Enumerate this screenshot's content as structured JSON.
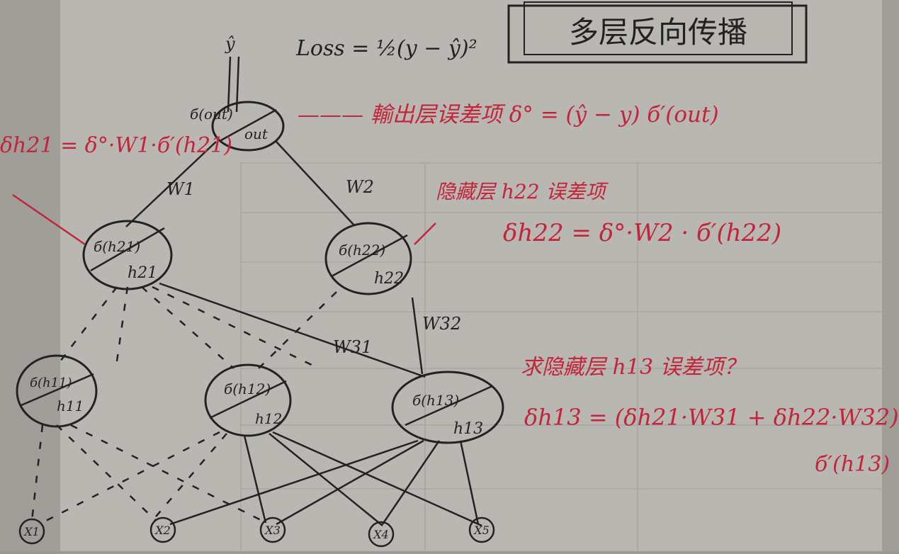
{
  "title": "多层反向传播",
  "loss": "Loss = ½(y − ŷ)²",
  "y_hat": "ŷ",
  "nodes": {
    "out": {
      "top": "б(out)",
      "bottom": "out"
    },
    "h21": {
      "top": "б(h21)",
      "bottom": "h21"
    },
    "h22": {
      "top": "б(h22)",
      "bottom": "h22"
    },
    "h11": {
      "top": "б(h11)",
      "bottom": "h11"
    },
    "h12": {
      "top": "б(h12)",
      "bottom": "h12"
    },
    "h13": {
      "top": "б(h13)",
      "bottom": "h13"
    }
  },
  "inputs": [
    "X1",
    "X2",
    "X3",
    "X4",
    "X5"
  ],
  "weights": {
    "w1": "W1",
    "w2": "W2",
    "w31": "W31",
    "w32": "W32"
  },
  "annotations": {
    "output_error": "——— 輸出层误差项 δ° = (ŷ − y) б′(out)",
    "h21_error": "δh21 = δ°·W1·б′(h21)",
    "h22_label": "隐藏层 h22 误差项",
    "h22_error": "δh22 = δ°·W2 · б′(h22)",
    "h13_question": "求隐藏层 h13 误差项？",
    "h13_error_1": "δh13 = (δh21·W31 + δh22·W32) x",
    "h13_error_2": "б′(h13)"
  },
  "colors": {
    "ink": "#222222",
    "red": "#c4243a",
    "paper": "#b9b7b1",
    "background": "#9c9a94"
  }
}
